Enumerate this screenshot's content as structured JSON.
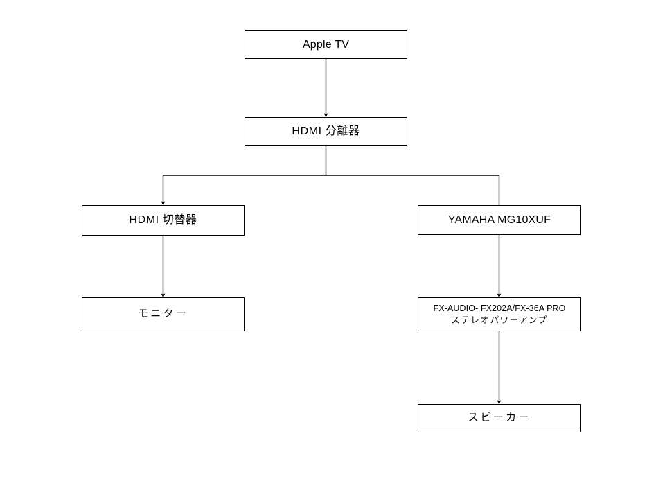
{
  "diagram": {
    "type": "flowchart",
    "orientation": "top-down",
    "background_color": "#ffffff",
    "line_color": "#000000",
    "box_fill_color": "#ffffff",
    "nodes": [
      {
        "id": "apple-tv",
        "label": "Apple TV"
      },
      {
        "id": "hdmi-sep",
        "label": "HDMI 分離器"
      },
      {
        "id": "hdmi-sw",
        "label": "HDMI 切替器"
      },
      {
        "id": "yamaha",
        "label": "YAMAHA MG10XUF"
      },
      {
        "id": "monitor",
        "label": "モニター"
      },
      {
        "id": "amp",
        "label_line1": "FX-AUDIO- FX202A/FX-36A PRO",
        "label_line2": "ステレオパワーアンプ"
      },
      {
        "id": "speaker",
        "label": "スピーカー"
      }
    ],
    "edges": [
      {
        "from": "apple-tv",
        "to": "hdmi-sep",
        "arrowhead": true
      },
      {
        "from": "hdmi-sep",
        "to": "hdmi-sw",
        "arrowhead": true
      },
      {
        "from": "hdmi-sep",
        "to": "yamaha",
        "arrowhead": false
      },
      {
        "from": "hdmi-sw",
        "to": "monitor",
        "arrowhead": true
      },
      {
        "from": "yamaha",
        "to": "amp",
        "arrowhead": true
      },
      {
        "from": "amp",
        "to": "speaker",
        "arrowhead": true
      }
    ]
  }
}
